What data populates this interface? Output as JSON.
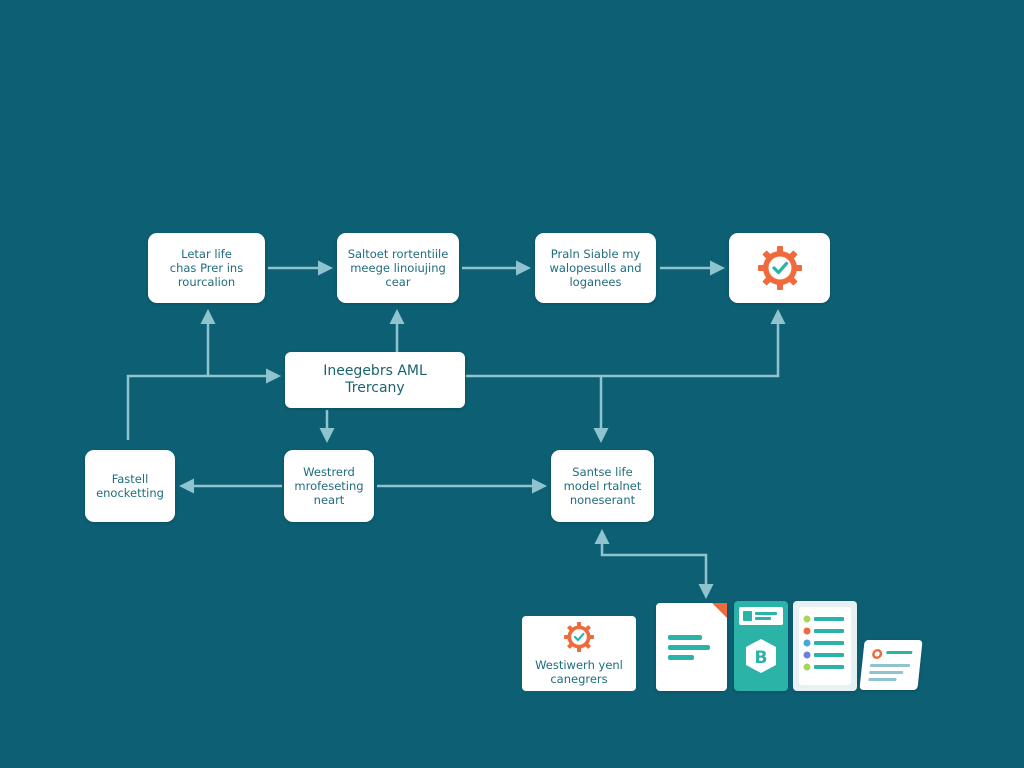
{
  "colors": {
    "background": "#0d5f74",
    "node": "#ffffff",
    "node_text": "#1f6d7c",
    "connector": "#8fc3cd",
    "accent_orange": "#ef6a3c",
    "accent_teal": "#2bb3a8"
  },
  "nodes": {
    "top1": {
      "lines": [
        "Letar life",
        "chas Prer ins",
        "rourcalion"
      ]
    },
    "top2": {
      "lines": [
        "Saltoet rortentiile",
        "meege linoiujing",
        "cear"
      ]
    },
    "top3": {
      "lines": [
        "Praln Siable my",
        "walopesulls and",
        "loganees"
      ]
    },
    "top4": {
      "icon": "gear-check-icon"
    },
    "hub": {
      "lines": [
        "Ineegebrs AML",
        "Trercany"
      ]
    },
    "bottom_left": {
      "lines": [
        "Fastell",
        "enocketting"
      ]
    },
    "bottom_mid": {
      "lines": [
        "Westrerd",
        "mrofeseting",
        "neart"
      ]
    },
    "bottom_right": {
      "lines": [
        "Santse life",
        "model rtalnet",
        "noneserant"
      ]
    }
  },
  "cards": {
    "tag": {
      "lines": [
        "Westiwerh yenl",
        "canegrers"
      ],
      "icon": "gear-check-icon"
    },
    "doc": {
      "icon": "document-lines-icon"
    },
    "badge": {
      "letter": "B",
      "icon": "badge-b-icon"
    },
    "checklist": {
      "icon": "checklist-icon"
    },
    "note": {
      "icon": "note-card-icon"
    }
  }
}
